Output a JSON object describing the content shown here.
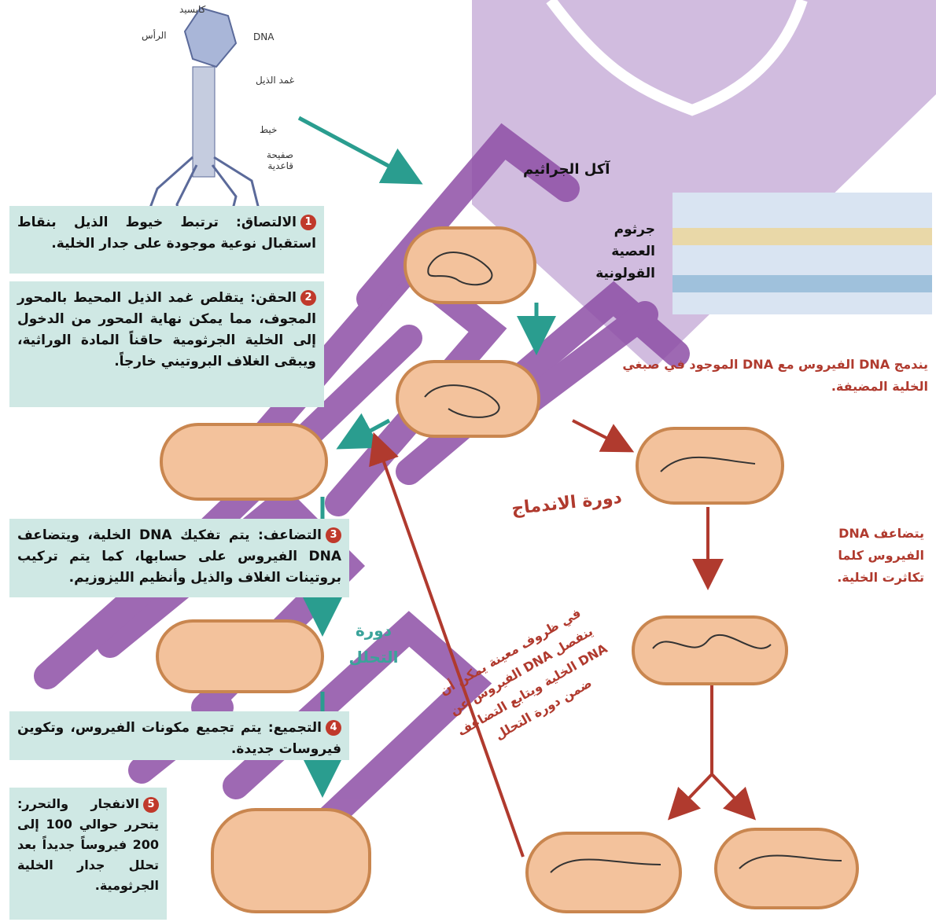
{
  "phage_labels": {
    "capsid": "كابسيد",
    "head": "الرأس",
    "dna": "DNA",
    "tail_sheath": "غمد الذيل",
    "tail_fiber": "خيط",
    "base_plate": "صفيحة قاعدية"
  },
  "bacteriophage": "آكل الجراثيم",
  "bacterium": "جرثوم العصية القولونية",
  "steps": [
    {
      "num": "1",
      "text": "الالتصاق: ترتبط خيوط الذيل بنقاط استقبال نوعية موجودة على جدار الخلية."
    },
    {
      "num": "2",
      "text": "الحقن: يتقلص غمد الذيل المحيط بالمحور المجوف، مما يمكن نهاية المحور من الدخول إلى الخلية الجرثومية حاقناً المادة الوراثية، ويبقى الغلاف البروتيني خارجاً."
    },
    {
      "num": "3",
      "text": "التضاعف: يتم تفكيك DNA الخلية، ويتضاعف DNA الفيروس على حسابها، كما يتم تركيب بروتينات الغلاف والذيل وأنظيم الليزوزيم."
    },
    {
      "num": "4",
      "text": "التجميع: يتم تجميع مكونات الفيروس، وتكوين فيروسات جديدة."
    },
    {
      "num": "5",
      "text": "الانفجار والتحرر: يتحرر حوالي 100 إلى 200 فيروساً جديداً بعد تحلل جدار الخلية الجرثومية."
    }
  ],
  "lytic_cycle": "دورة التحلل",
  "lysogenic_cycle": "دورة الاندماج",
  "integration_note": "يندمج DNA الفيروس مع DNA الموجود في صبغي الخلية المضيفة.",
  "replication_note": "يتضاعف DNA الفيروس كلما تكاثرت الخلية.",
  "switch_note": "في ظروف معينة يمكن أن ينفصل DNA الفيروس عن DNA الخلية ويتابع التضاعف ضمن دورة التحلل",
  "colors": {
    "box": "#cfe8e4",
    "teal": "#3aa39a",
    "red": "#b03a2e",
    "cell": "#f3c29c",
    "watermark": "#8e4fa6"
  }
}
